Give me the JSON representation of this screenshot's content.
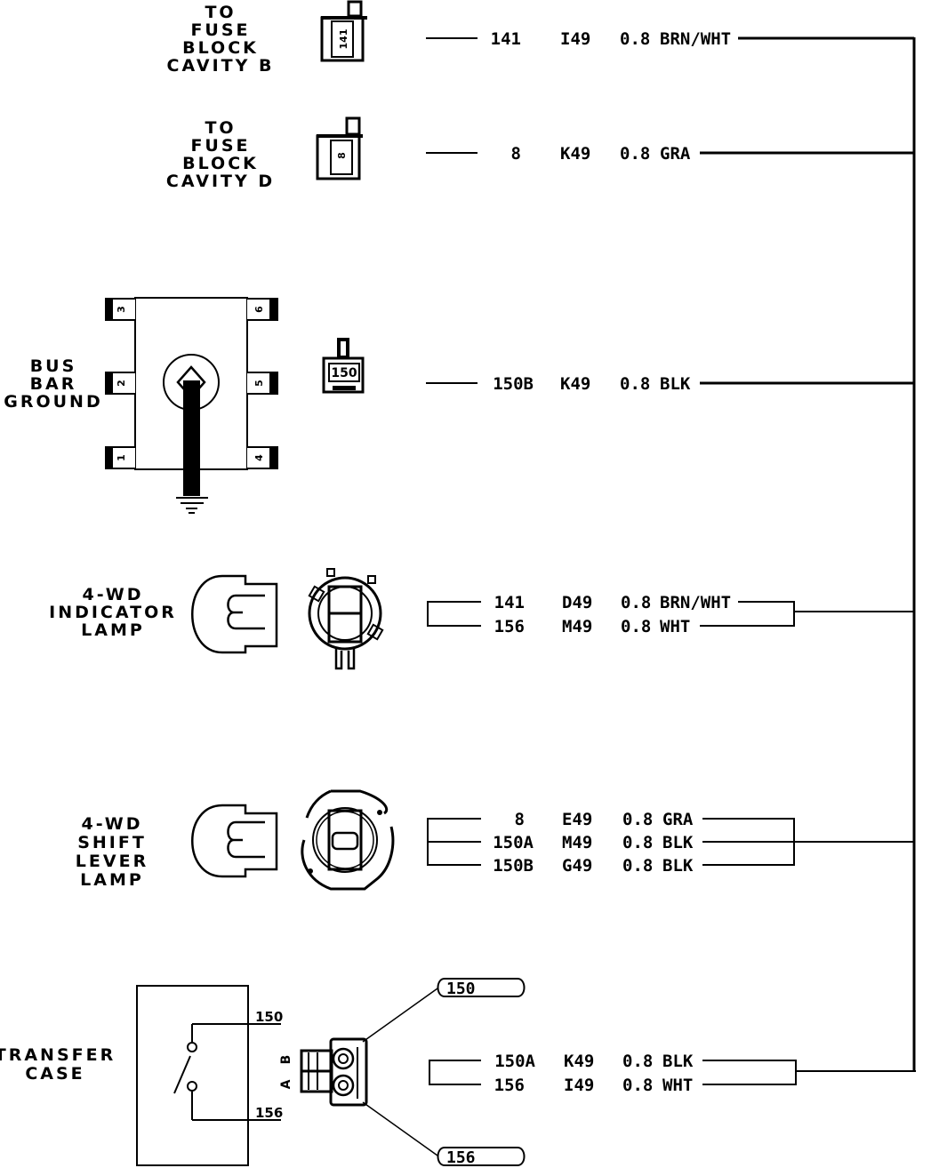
{
  "diagram": {
    "type": "wiring-diagram",
    "components": [
      {
        "id": "fuse-b",
        "label_lines": [
          "TO",
          "FUSE",
          "BLOCK",
          "CAVITY B"
        ],
        "connector_label": "141"
      },
      {
        "id": "fuse-d",
        "label_lines": [
          "TO",
          "FUSE",
          "BLOCK",
          "CAVITY D"
        ],
        "connector_label": "8"
      },
      {
        "id": "bus-bar",
        "label_lines": [
          "BUS",
          "BAR",
          "GROUND"
        ],
        "connector_label": "150",
        "pins": [
          "1",
          "2",
          "3",
          "4",
          "5",
          "6"
        ]
      },
      {
        "id": "indicator-lamp",
        "label_lines": [
          "4-WD",
          "INDICATOR",
          "LAMP"
        ]
      },
      {
        "id": "shift-lamp",
        "label_lines": [
          "4-WD",
          "SHIFT",
          "LEVER",
          "LAMP"
        ]
      },
      {
        "id": "transfer-case",
        "label_lines": [
          "TRANSFER",
          "CASE"
        ],
        "switch_terminals": [
          "150",
          "156"
        ],
        "connector_pins": [
          "B",
          "A"
        ],
        "callouts": [
          "150",
          "156"
        ]
      }
    ],
    "wires": [
      {
        "circuit": "141",
        "code": "I49",
        "gauge": "0.8",
        "color": "BRN/WHT"
      },
      {
        "circuit": "8",
        "code": "K49",
        "gauge": "0.8",
        "color": "GRA"
      },
      {
        "circuit": "150B",
        "code": "K49",
        "gauge": "0.8",
        "color": "BLK"
      },
      {
        "circuit": "141",
        "code": "D49",
        "gauge": "0.8",
        "color": "BRN/WHT"
      },
      {
        "circuit": "156",
        "code": "M49",
        "gauge": "0.8",
        "color": "WHT"
      },
      {
        "circuit": "8",
        "code": "E49",
        "gauge": "0.8",
        "color": "GRA"
      },
      {
        "circuit": "150A",
        "code": "M49",
        "gauge": "0.8",
        "color": "BLK"
      },
      {
        "circuit": "150B",
        "code": "G49",
        "gauge": "0.8",
        "color": "BLK"
      },
      {
        "circuit": "150A",
        "code": "K49",
        "gauge": "0.8",
        "color": "BLK"
      },
      {
        "circuit": "156",
        "code": "I49",
        "gauge": "0.8",
        "color": "WHT"
      }
    ]
  }
}
